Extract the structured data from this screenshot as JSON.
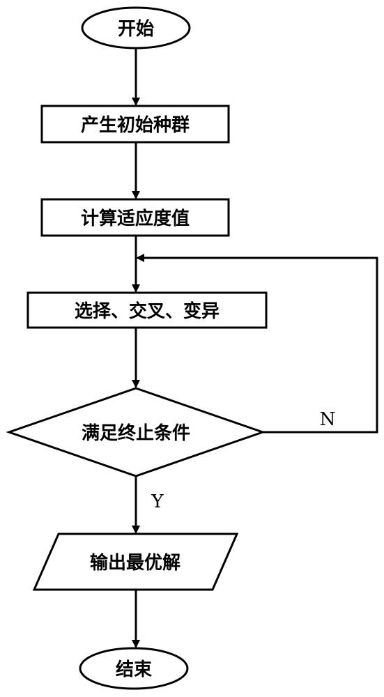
{
  "nodes": {
    "start": "开始",
    "init_population": "产生初始种群",
    "compute_fitness": "计算适应度值",
    "genetic_ops": "选择、交叉、变异",
    "termination_check": "满足终止条件",
    "output_best": "输出最优解",
    "end": "结束"
  },
  "edges": {
    "no_label": "N",
    "yes_label": "Y"
  },
  "colors": {
    "stroke": "#000000",
    "fill": "#ffffff"
  }
}
